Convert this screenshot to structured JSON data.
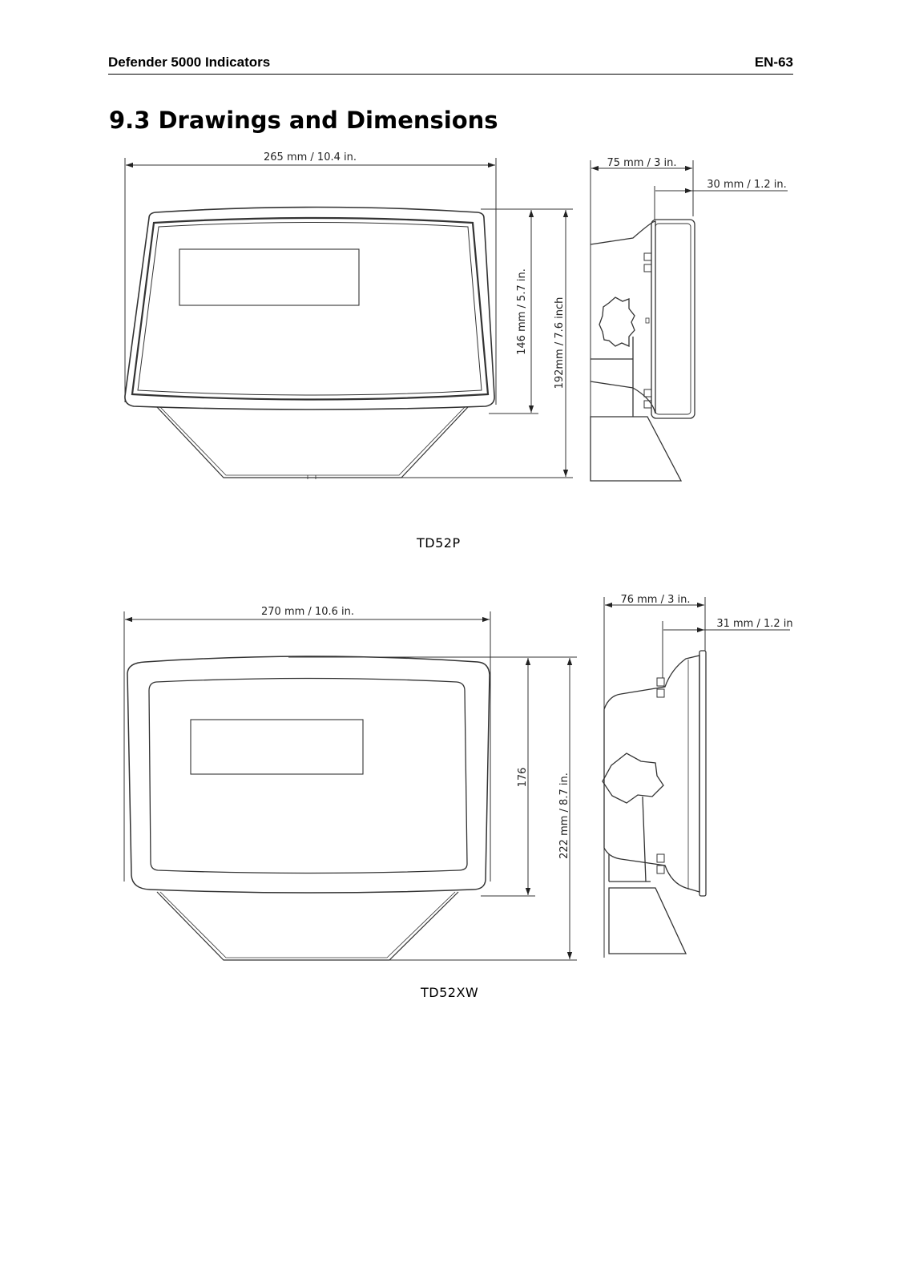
{
  "header": {
    "doc_title": "Defender 5000 Indicators",
    "page_number": "EN-63"
  },
  "section_heading": "9.3 Drawings and Dimensions",
  "drawings": [
    {
      "caption": "TD52P",
      "front": {
        "width_label": "265 mm / 10.4 in.",
        "height_label": "146 mm / 5.7 in.",
        "overall_height_label": "192mm / 7.6 inch"
      },
      "side": {
        "depth_label": "75 mm / 3 in.",
        "housing_depth_label": "30 mm / 1.2 in."
      }
    },
    {
      "caption": "TD52XW",
      "front": {
        "width_label": "270 mm / 10.6 in.",
        "height_label": "176",
        "overall_height_label": "222 mm / 8.7 in."
      },
      "side": {
        "depth_label": "76 mm / 3 in.",
        "housing_depth_label": "31 mm / 1.2 in"
      }
    }
  ]
}
